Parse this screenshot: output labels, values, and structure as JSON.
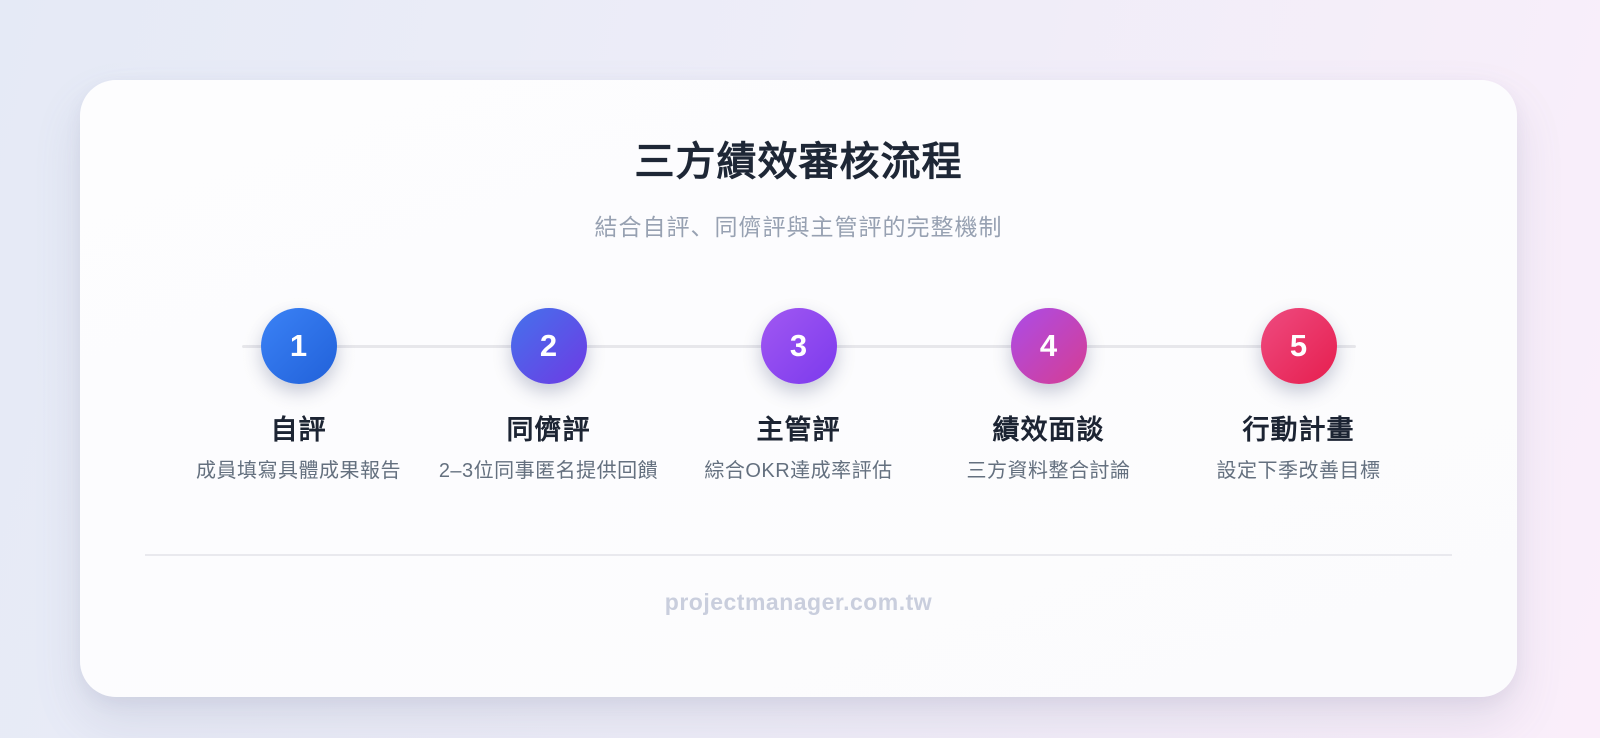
{
  "header": {
    "title": "三方績效審核流程",
    "subtitle": "結合自評、同儕評與主管評的完整機制"
  },
  "steps": [
    {
      "number": "1",
      "label": "自評",
      "description": "成員填寫具體成果報告",
      "color_start": "#3b82f6",
      "color_end": "#2161d9"
    },
    {
      "number": "2",
      "label": "同儕評",
      "description": "2–3位同事匿名提供回饋",
      "color_start": "#4472ec",
      "color_end": "#6e3ae4"
    },
    {
      "number": "3",
      "label": "主管評",
      "description": "綜合OKR達成率評估",
      "color_start": "#a158f2",
      "color_end": "#7c3aed"
    },
    {
      "number": "4",
      "label": "績效面談",
      "description": "三方資料整合討論",
      "color_start": "#ab4ce8",
      "color_end": "#d63d92"
    },
    {
      "number": "5",
      "label": "行動計畫",
      "description": "設定下季改善目標",
      "color_start": "#ee4b80",
      "color_end": "#e61e4e"
    }
  ],
  "footer": {
    "website": "projectmanager.com.tw"
  },
  "colors": {
    "background_left": "#e5eaf6",
    "background_right": "#faeefa",
    "card_background": "#fcfcfd",
    "timeline_line": "#e7e7eb",
    "title_text": "#1e2736",
    "subtitle_text": "#97a1b2",
    "description_text": "#64707f",
    "footer_text": "#c9cedd"
  }
}
